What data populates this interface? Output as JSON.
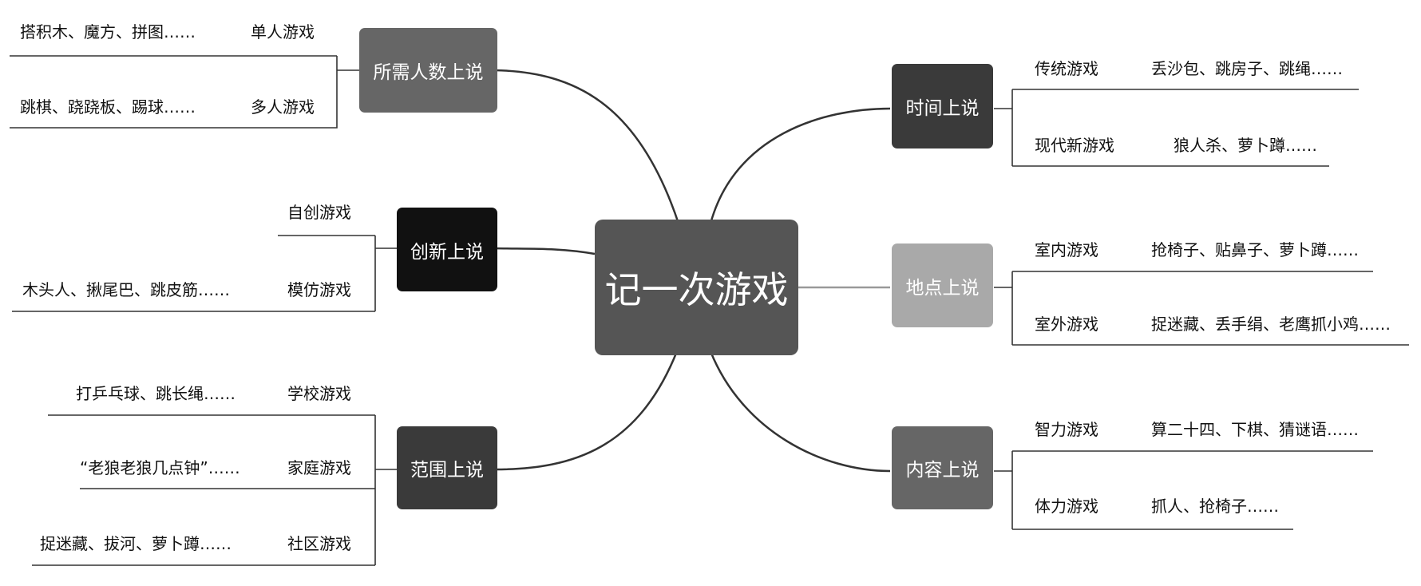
{
  "center": {
    "label": "记一次游戏",
    "color": "#555555"
  },
  "branches": {
    "people": {
      "label": "所需人数上说",
      "color": "#666666",
      "items": [
        {
          "category": "单人游戏",
          "examples": "搭积木、魔方、拼图……"
        },
        {
          "category": "多人游戏",
          "examples": "跳棋、跷跷板、踢球……"
        }
      ]
    },
    "innovation": {
      "label": "创新上说",
      "color": "#111111",
      "items": [
        {
          "category": "自创游戏",
          "examples": ""
        },
        {
          "category": "模仿游戏",
          "examples": "木头人、揪尾巴、跳皮筋……"
        }
      ]
    },
    "scope": {
      "label": "范围上说",
      "color": "#3a3a3a",
      "items": [
        {
          "category": "学校游戏",
          "examples": "打乒乓球、跳长绳……"
        },
        {
          "category": "家庭游戏",
          "examples": "“老狼老狼几点钟”……"
        },
        {
          "category": "社区游戏",
          "examples": "捉迷藏、拔河、萝卜蹲……"
        }
      ]
    },
    "time": {
      "label": "时间上说",
      "color": "#3a3a3a",
      "items": [
        {
          "category": "传统游戏",
          "examples": "丢沙包、跳房子、跳绳……"
        },
        {
          "category": "现代新游戏",
          "examples": "狼人杀、萝卜蹲……"
        }
      ]
    },
    "place": {
      "label": "地点上说",
      "color": "#a9a9a9",
      "items": [
        {
          "category": "室内游戏",
          "examples": "抢椅子、贴鼻子、萝卜蹲……"
        },
        {
          "category": "室外游戏",
          "examples": "捉迷藏、丢手绢、老鹰抓小鸡……"
        }
      ]
    },
    "content": {
      "label": "内容上说",
      "color": "#666666",
      "items": [
        {
          "category": "智力游戏",
          "examples": "算二十四、下棋、猜谜语……"
        },
        {
          "category": "体力游戏",
          "examples": "抓人、抢椅子……"
        }
      ]
    }
  }
}
